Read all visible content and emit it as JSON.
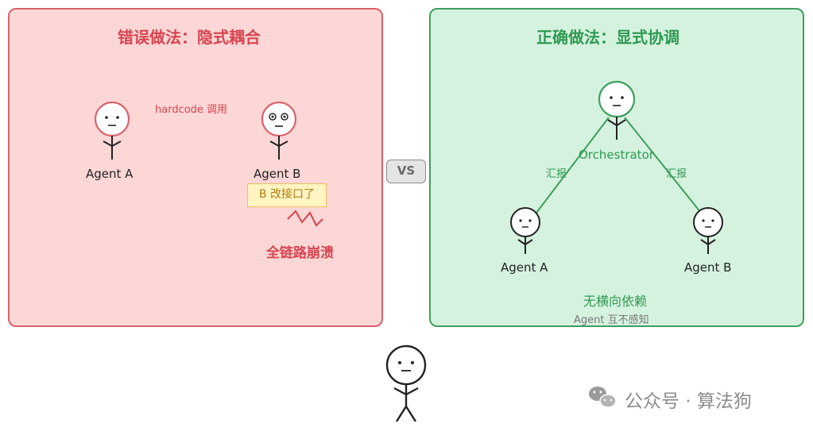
{
  "wrong_panel": {
    "title": "错误做法：隐式耦合",
    "agent_a": "Agent A",
    "agent_b": "Agent B",
    "hardcode_label": "hardcode 调用",
    "change_note": "B 改接口了",
    "collapse_note": "全链路崩溃"
  },
  "vs_label": "VS",
  "right_panel": {
    "title": "正确做法：显式协调",
    "orchestrator": "Orchestrator",
    "report_left": "汇报",
    "report_right": "汇报",
    "agent_a": "Agent A",
    "agent_b": "Agent B",
    "no_dependency": "无横向依赖",
    "no_awareness": "Agent 互不感知"
  },
  "watermark": {
    "icon": "wechat-icon",
    "text": "公众号 · 算法狗"
  },
  "colors": {
    "wrong_bg": "#fdd6d6",
    "wrong_border": "#d9636b",
    "wrong_accent": "#d64550",
    "right_bg": "#d5f2df",
    "right_border": "#3f9e5e",
    "right_accent": "#2f9a52",
    "note_bg": "#fff4c2",
    "note_text": "#b27b12"
  }
}
